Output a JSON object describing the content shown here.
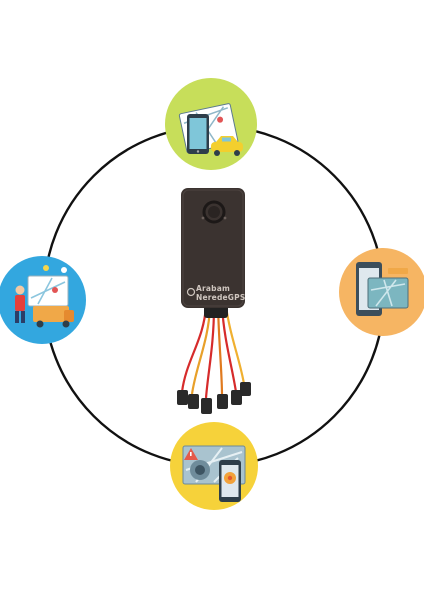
{
  "product": {
    "brand_line1": "Arabam",
    "brand_line2": "NeredeGPS"
  },
  "icons": {
    "top": "phone-map-car-icon",
    "right": "phone-card-map-icon",
    "bottom": "map-alert-phone-icon",
    "left": "delivery-truck-map-icon",
    "center": "gps-tracker-device"
  },
  "colors": {
    "ring": "#111111",
    "top_circle": "#c7de5a",
    "right_circle": "#f6b563",
    "bottom_circle": "#f6d23a",
    "left_circle": "#33a7df",
    "device_body": "#3b3330"
  }
}
